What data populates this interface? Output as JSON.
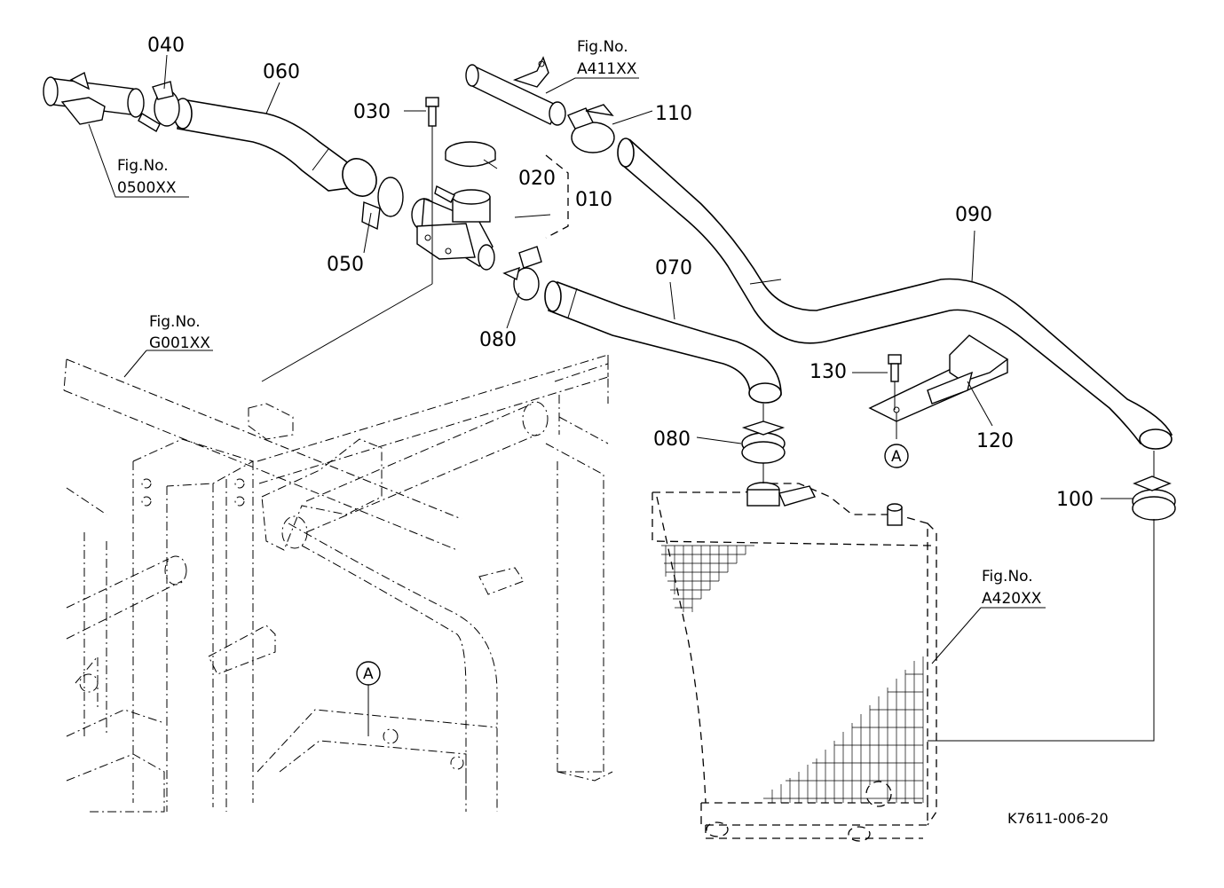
{
  "diagram": {
    "drawing_id": "K7611-006-20",
    "callouts": {
      "p010": "010",
      "p020": "020",
      "p030": "030",
      "p040": "040",
      "p050": "050",
      "p060": "060",
      "p070": "070",
      "p080a": "080",
      "p080b": "080",
      "p090": "090",
      "p100": "100",
      "p110": "110",
      "p120": "120",
      "p130": "130"
    },
    "figure_refs": {
      "fig_0500": {
        "title": "Fig.No.",
        "code": "0500XX"
      },
      "fig_a411": {
        "title": "Fig.No.",
        "code": "A411XX"
      },
      "fig_g001": {
        "title": "Fig.No.",
        "code": "G001XX"
      },
      "fig_a420": {
        "title": "Fig.No.",
        "code": "A420XX"
      }
    },
    "markers": {
      "a_bracket": "A",
      "a_frame": "A"
    }
  }
}
